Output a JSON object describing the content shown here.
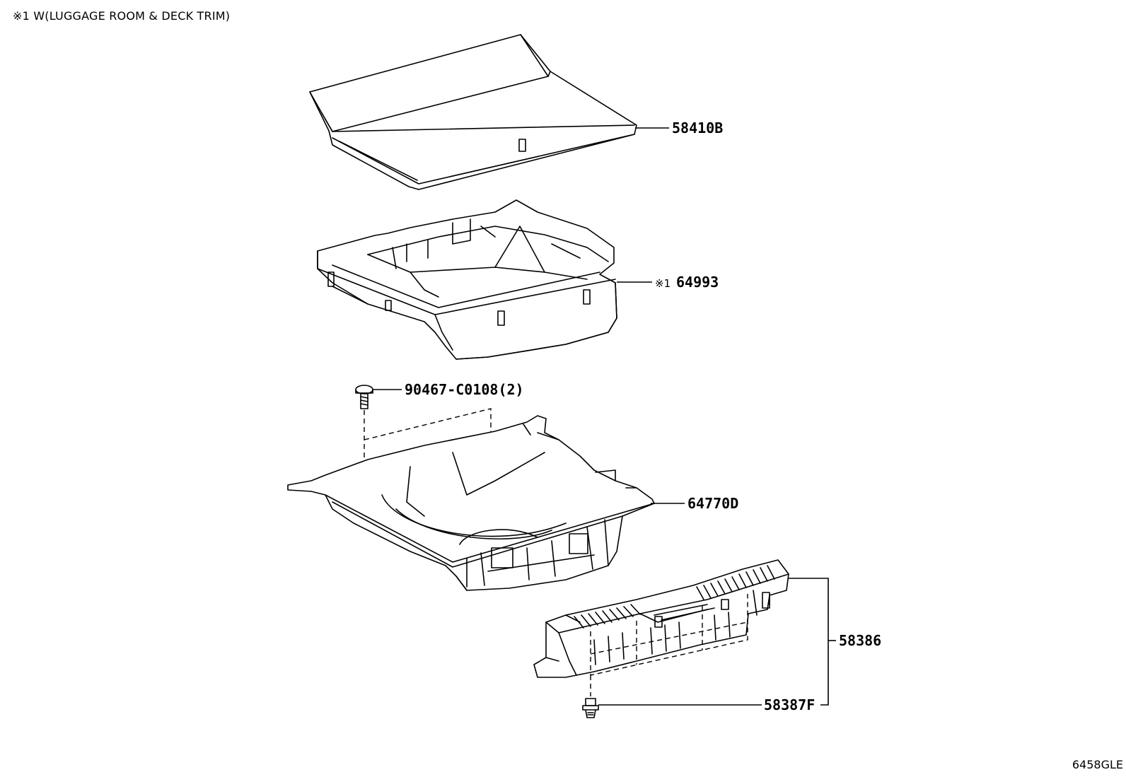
{
  "header": {
    "note": "※1 W(LUGGAGE ROOM & DECK TRIM)"
  },
  "parts": [
    {
      "id": "deck-board",
      "part_number": "58410B"
    },
    {
      "id": "tray",
      "part_number": "64993",
      "mark": "※1"
    },
    {
      "id": "bolt",
      "part_number": "90467-C0108(2)"
    },
    {
      "id": "floor-mat",
      "part_number": "64770D"
    },
    {
      "id": "sill-trim",
      "part_number": "58386"
    },
    {
      "id": "clip",
      "part_number": "58387F"
    }
  ],
  "footer": {
    "catalog_code": "6458GLE"
  }
}
